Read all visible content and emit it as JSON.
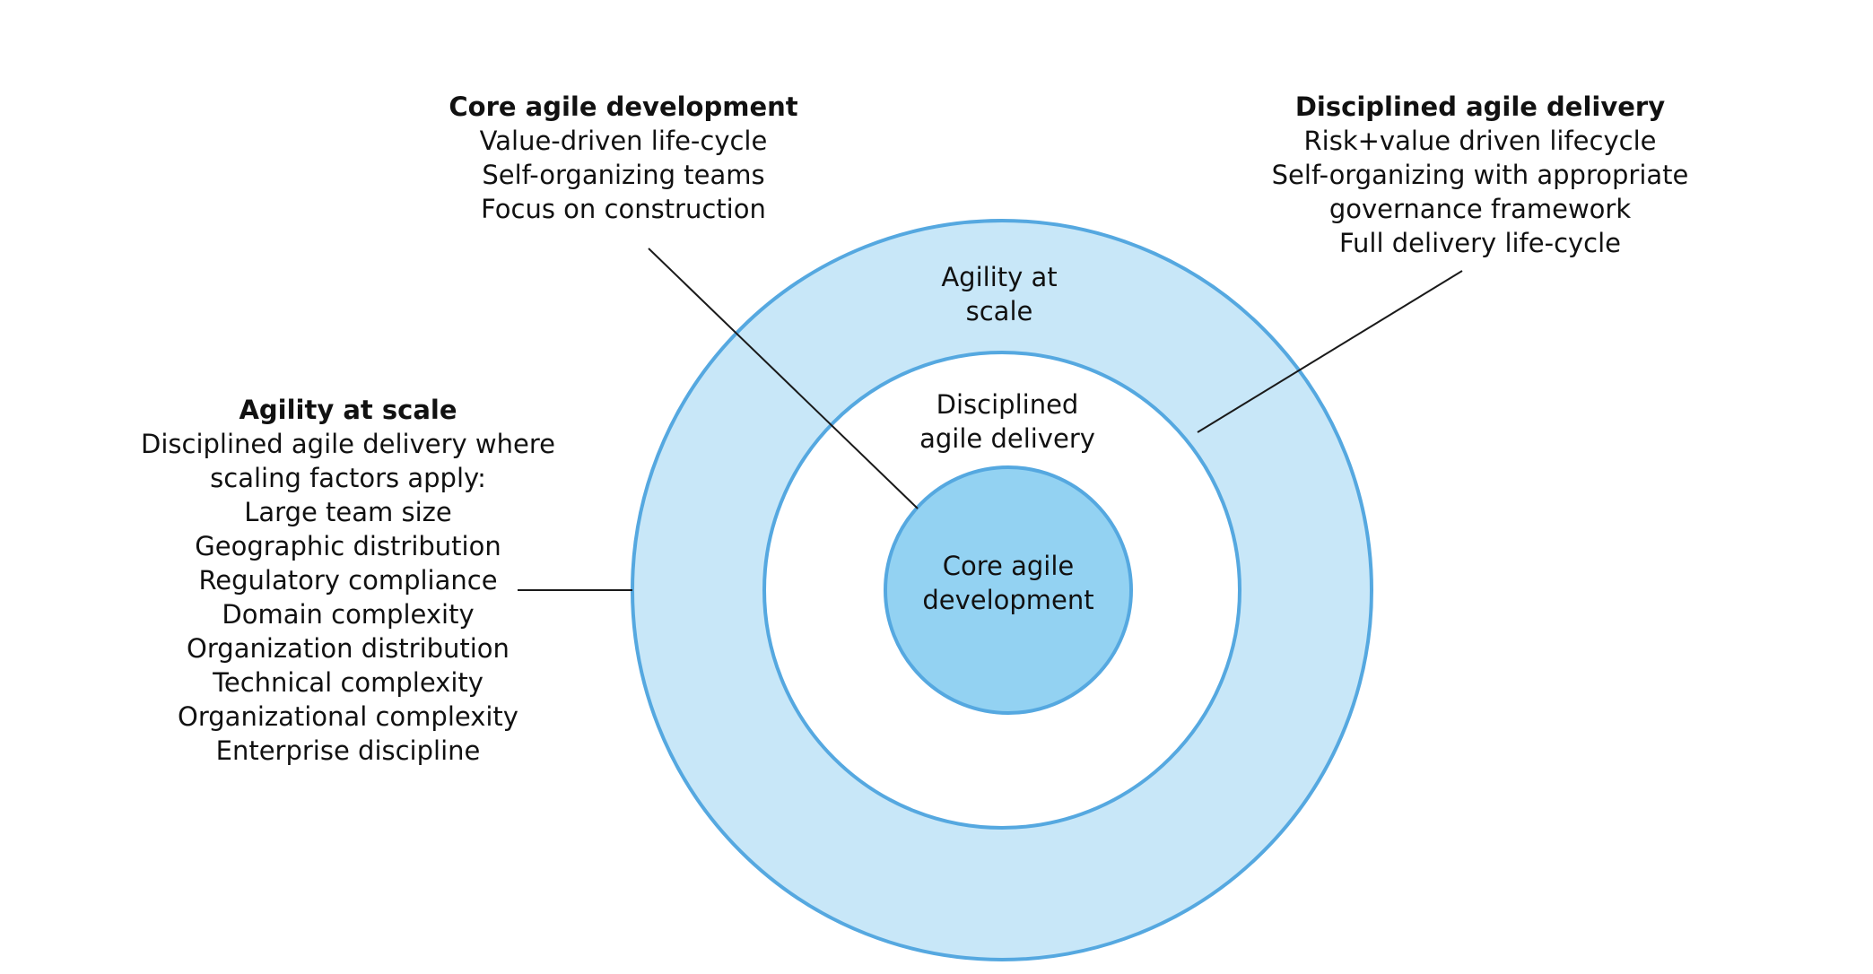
{
  "colors": {
    "outer_ring_fill": "#c8e7f8",
    "inner_ring_fill": "#ffffff",
    "core_fill": "#93d2f2",
    "ring_stroke": "#55a8e0",
    "leader_line": "#1a1a1a"
  },
  "rings": {
    "outer": {
      "label_lines": [
        "Agility at",
        "scale"
      ]
    },
    "middle": {
      "label_lines": [
        "Disciplined",
        "agile delivery"
      ]
    },
    "core": {
      "label_lines": [
        "Core agile",
        "development"
      ]
    }
  },
  "callouts": {
    "core": {
      "title": "Core agile development",
      "lines": [
        "Value-driven life-cycle",
        "Self-organizing teams",
        "Focus on construction"
      ]
    },
    "disciplined": {
      "title": "Disciplined agile delivery",
      "lines": [
        "Risk+value driven lifecycle",
        "Self-organizing with appropriate",
        "governance framework",
        "Full delivery life-cycle"
      ]
    },
    "scale": {
      "title": "Agility at scale",
      "lines": [
        "Disciplined agile delivery where",
        "scaling factors apply:",
        "Large team size",
        "Geographic distribution",
        "Regulatory compliance",
        "Domain complexity",
        "Organization distribution",
        "Technical complexity",
        "Organizational complexity",
        "Enterprise discipline"
      ]
    }
  }
}
